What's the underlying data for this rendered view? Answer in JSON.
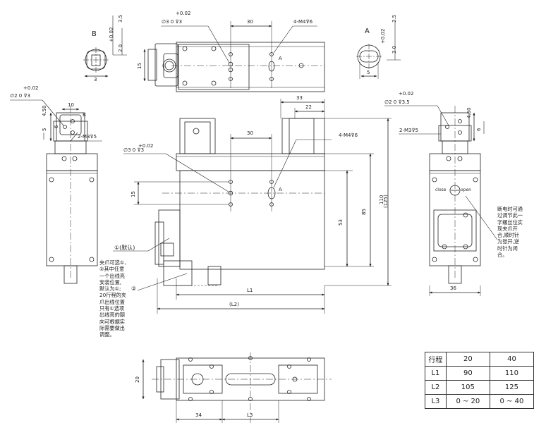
{
  "views": {
    "top": {
      "tol_dia": "+0.02",
      "dia_label": "∅3 0 ⊽3",
      "dim_30": "30",
      "thread": "4-M4⊽6",
      "dim_15": "15",
      "mark_a": "A"
    },
    "detail_b": {
      "title": "B",
      "tol": "+0.02",
      "dim_35": "3.5",
      "dim_2": "2 0",
      "dim_3": "3"
    },
    "detail_a": {
      "title": "A",
      "tol": "+0.02",
      "dim_35": "3.5",
      "dim_3": "3 0",
      "dim_5": "5"
    },
    "left": {
      "tol": "+0.02",
      "dia": "∅2 0 ⊽3",
      "dim_10": "10",
      "dim_450": "4.50",
      "dim_5": "5",
      "dim_6": "6",
      "mark_b": "B",
      "thread": "2-M3⊽5"
    },
    "front": {
      "tol": "+0.02",
      "dia": "∅3 0 ⊽3",
      "dim_30": "30",
      "dim_33": "33",
      "dim_22": "22",
      "thread": "4-M4⊽6",
      "dim_15": "15",
      "mark_a": "A",
      "dim_53": "53",
      "dim_85": "85",
      "dim_110": "110",
      "dim_125": "(125)",
      "dim_l1": "L1",
      "dim_l2": "(L2)",
      "default_label": "①(默认)",
      "mark_2": "②"
    },
    "right": {
      "tol": "+0.02",
      "dia": "∅2 0 ⊽3.5",
      "dim_450": "4.50",
      "dim_6": "6",
      "thread": "2-M3⊽5",
      "close": "close",
      "open": "open",
      "dim_36": "36"
    },
    "bottom": {
      "dim_20": "20",
      "dim_34": "34",
      "dim_l3": "L3"
    }
  },
  "notes": {
    "left_note": "夹爪可选①、\n②其中任意\n一个出线亮\n安装位置,\n默认为①;\n20行程的夹\n爪出线位置\n只有①选项\n出线亮的朝\n向可根据实\n际需要做出\n调整。",
    "right_note": "断电时可通\n过调节此一\n字螺丝位实\n现夹爪开\n合,顺时针\n为张开,逆\n时针为闭\n合。"
  },
  "table": {
    "header": [
      "行程",
      "20",
      "40"
    ],
    "rows": [
      [
        "L1",
        "90",
        "110"
      ],
      [
        "L2",
        "105",
        "125"
      ],
      [
        "L3",
        "0 ~ 20",
        "0 ~ 40"
      ]
    ]
  }
}
